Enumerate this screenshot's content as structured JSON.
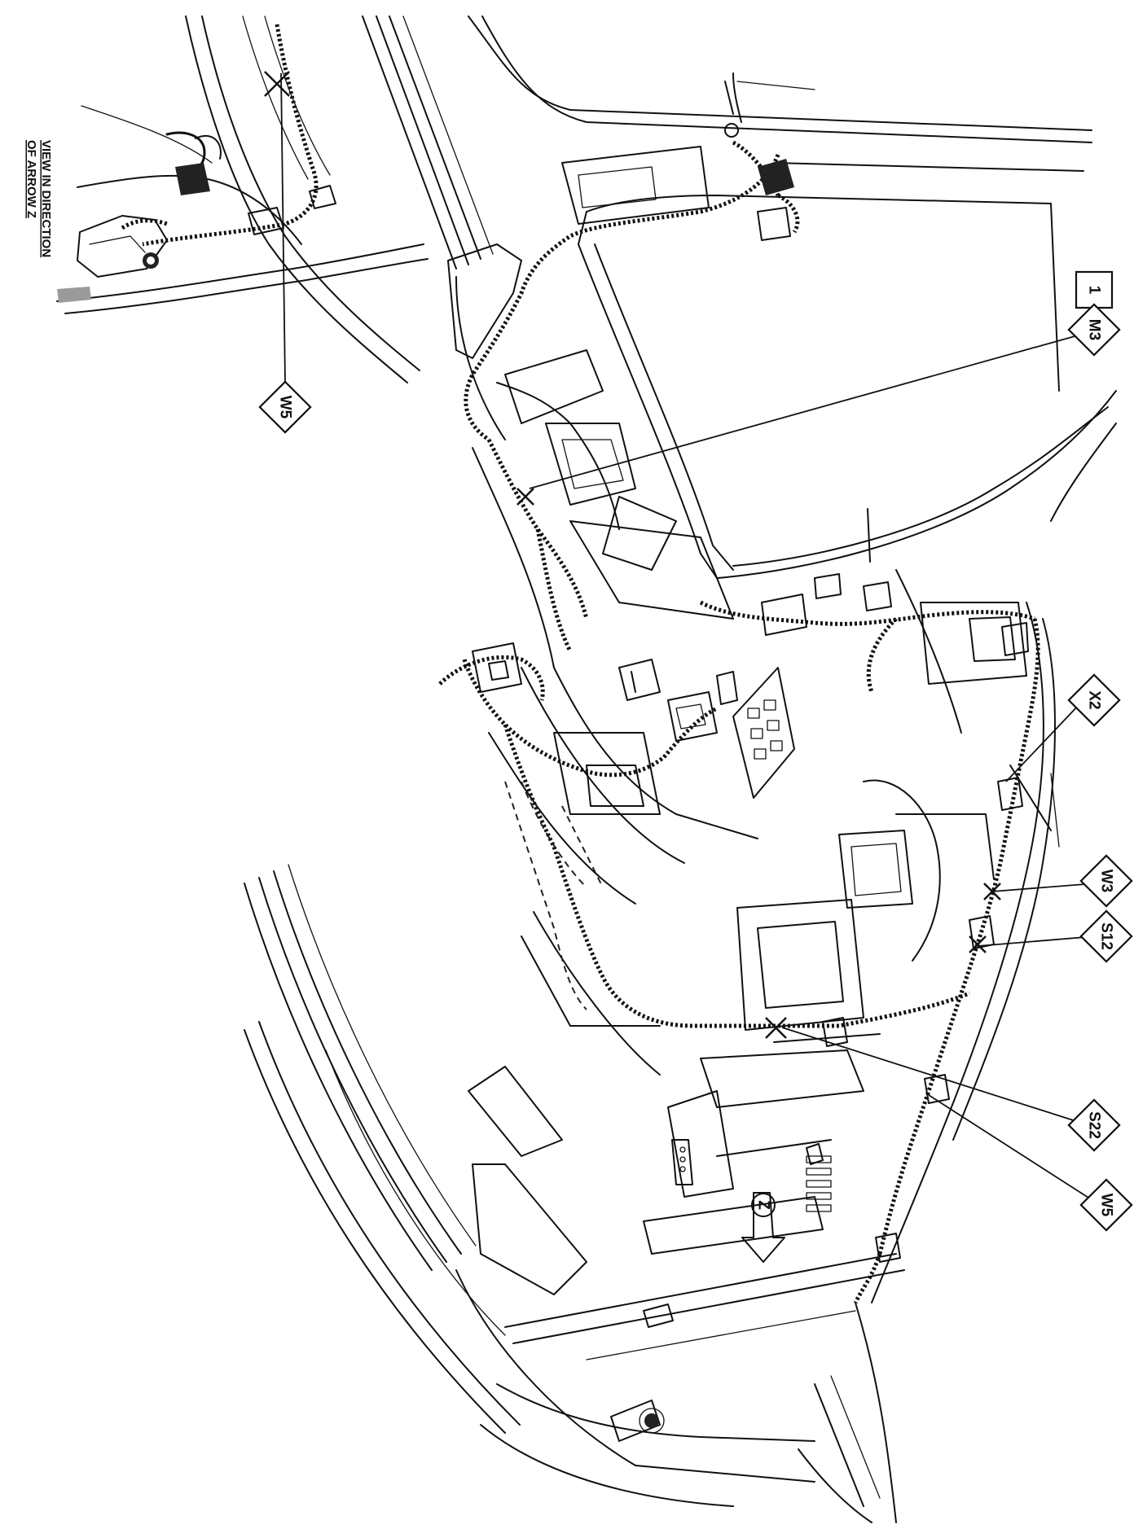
{
  "caption": {
    "line1": "VIEW IN DIRECTION",
    "line2": "OF ARROW Z"
  },
  "callouts": {
    "w5_inset": "W5",
    "m3": "M3",
    "ref_box": "1",
    "x2": "X2",
    "w3": "W3",
    "s12": "S12",
    "s22": "S22",
    "w5": "W5"
  },
  "arrow_z_label": "Z"
}
